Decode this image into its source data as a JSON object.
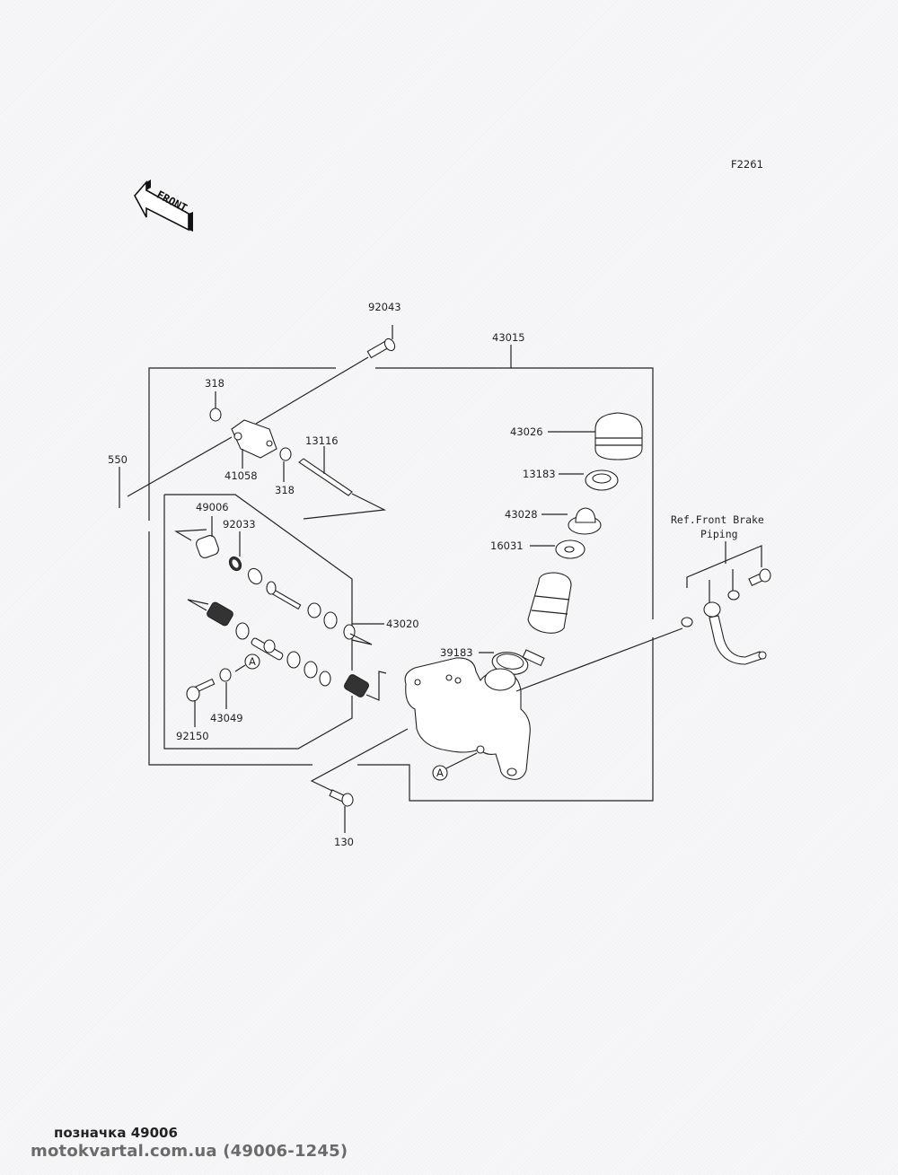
{
  "diagram": {
    "figure_code": "F2261",
    "front_arrow_label": "FRONT",
    "callout_A": "A",
    "ref_note_line1": "Ref.Front Brake",
    "ref_note_line2": "Piping",
    "parts": {
      "p92043": "92043",
      "p43015": "43015",
      "p318_top": "318",
      "p318_bottom": "318",
      "p41058": "41058",
      "p13116": "13116",
      "p550": "550",
      "p49006": "49006",
      "p92033": "92033",
      "p43020": "43020",
      "p43049": "43049",
      "p92150": "92150",
      "p43026": "43026",
      "p13183": "13183",
      "p43028": "43028",
      "p16031": "16031",
      "p39183": "39183",
      "p130": "130"
    }
  },
  "footer": {
    "caption": "позначка 49006",
    "watermark": "motokvartal.com.ua (49006-1245)"
  }
}
